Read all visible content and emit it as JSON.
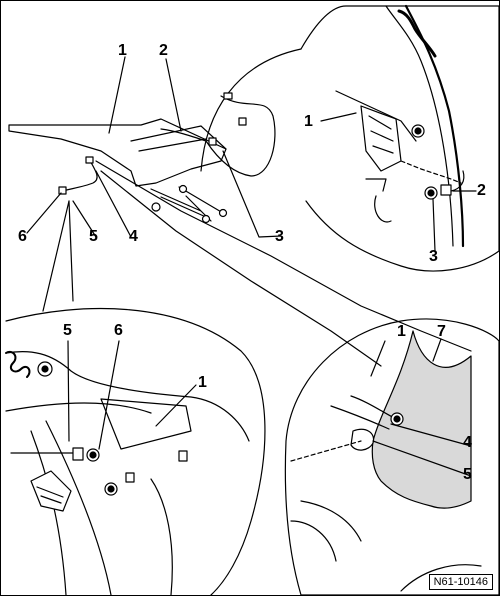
{
  "figure": {
    "reference": "N61-10146",
    "callouts": {
      "main_1": "1",
      "main_2": "2",
      "main_3": "3",
      "main_4": "4",
      "main_5": "5",
      "main_6": "6",
      "tr_1": "1",
      "tr_2": "2",
      "tr_3": "3",
      "bl_5": "5",
      "bl_6": "6",
      "bl_1": "1",
      "br_1": "1",
      "br_7": "7",
      "br_4": "4",
      "br_5": "5"
    }
  }
}
